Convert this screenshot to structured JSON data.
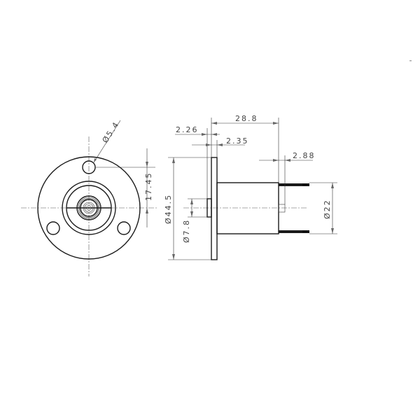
{
  "drawing": {
    "front_view": {
      "hole_dia_label": "Ø5.4",
      "hole_offset_label": "17.45"
    },
    "side_view": {
      "overall_length_label": "28.8",
      "flange_thickness_label": "2.26",
      "boss_label": "2.35",
      "pin_offset_label": "2.88",
      "flange_dia_label": "Ø44.5",
      "boss_dia_label": "Ø7.8",
      "body_dia_label": "Ø22"
    }
  }
}
